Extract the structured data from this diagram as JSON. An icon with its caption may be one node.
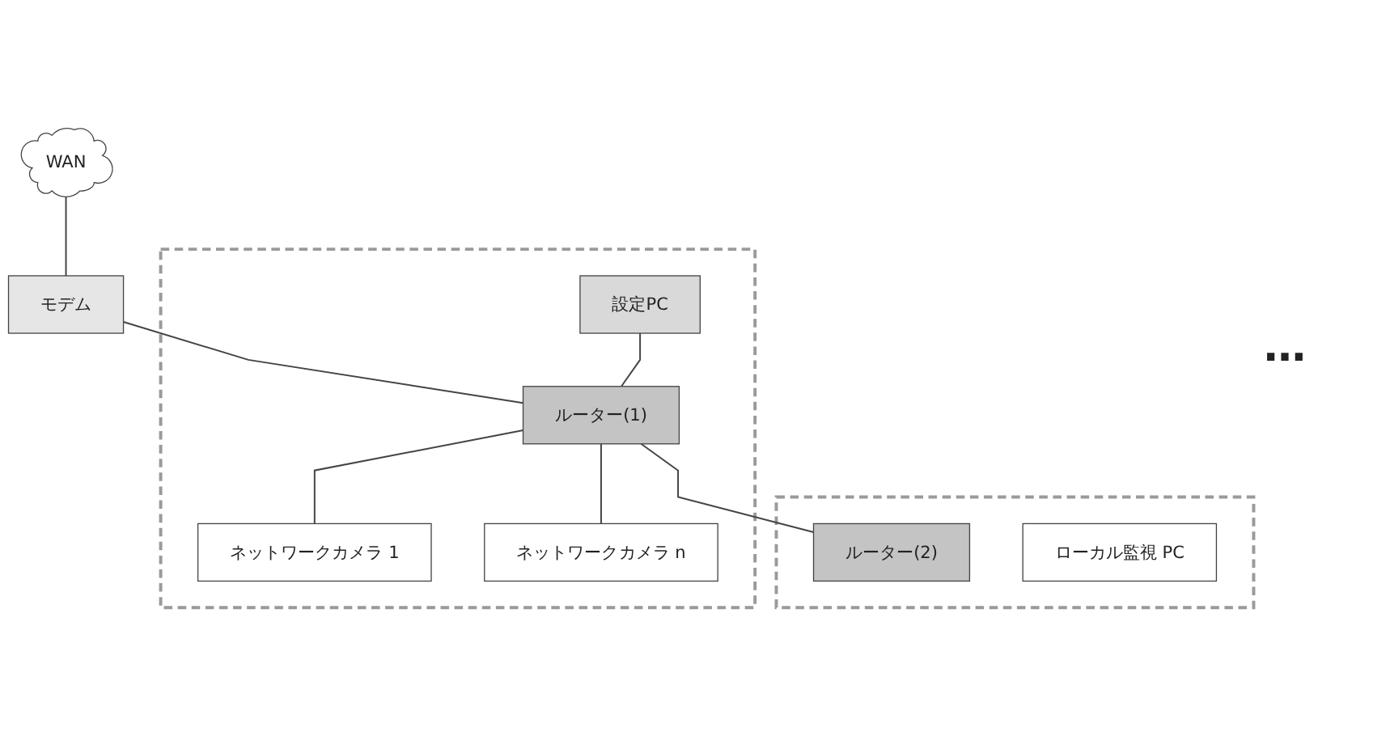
{
  "diagram": {
    "nodes": [
      {
        "text": [
          "WAN"
        ]
      },
      {
        "text": [
          "モデム"
        ]
      },
      {
        "text": [],
        "shape": "box"
      },
      {
        "text": [
          "設定PC"
        ],
        "in": 2
      },
      {
        "text": [
          "ルーター(1)"
        ],
        "in": 2
      },
      {
        "text": [
          "ネットワークカメラ 1"
        ],
        "in": 2
      },
      {
        "text": [
          "ネットワークカメラ n"
        ],
        "in": 2
      },
      {
        "text": [],
        "shape": "box"
      },
      {
        "text": [
          "ルーター(2)"
        ],
        "in": 7
      },
      {
        "text": [
          "ローカル監視 PC"
        ],
        "in": 7
      }
    ],
    "edges": [
      {
        "from": 0,
        "to": 1,
        "arrow": "none"
      },
      {
        "from": 1,
        "to": 4,
        "arrow": "none"
      },
      {
        "from": 3,
        "to": 4,
        "arrow": "none"
      },
      {
        "from": 4,
        "to": 5,
        "arrow": "none"
      },
      {
        "from": 4,
        "to": 6,
        "arrow": "none"
      },
      {
        "from": 4,
        "to": 8,
        "arrow": "none"
      }
    ],
    "labels": [
      "…"
    ]
  }
}
